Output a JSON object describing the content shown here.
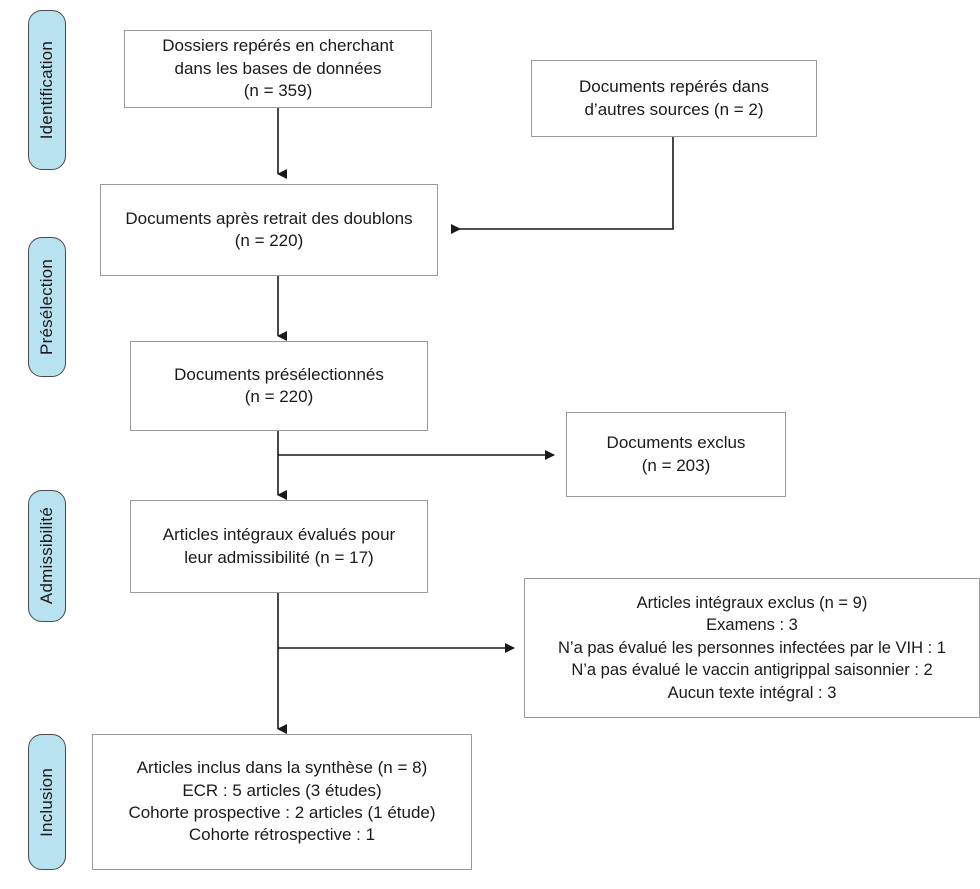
{
  "diagram": {
    "title": "PRISMA flow diagram",
    "type": "flow-diagram",
    "language": "fr",
    "colors": {
      "stage_label_fill": "#b8e2ef",
      "stage_label_border": "#4a4a4a",
      "box_fill": "#ffffff",
      "box_border": "#9a9a9a",
      "connector": "#1a1a1a",
      "text": "#1a1a1a",
      "background": "#ffffff"
    }
  },
  "stages": [
    {
      "id": "identification",
      "label": "Identification"
    },
    {
      "id": "preselection",
      "label": "Présélection"
    },
    {
      "id": "admissibilite",
      "label": "Admissibilité"
    },
    {
      "id": "inclusion",
      "label": "Inclusion"
    }
  ],
  "nodes": {
    "records_databases": {
      "text": "Dossiers repérés en cherchant\ndans les bases de données\n(n = 359)",
      "count": 359
    },
    "records_other_sources": {
      "text": "Documents repérés dans\nd’autres sources (n = 2)",
      "count": 2
    },
    "after_duplicates": {
      "text": "Documents après retrait des doublons\n(n = 220)",
      "count": 220
    },
    "screened": {
      "text": "Documents présélectionnés\n(n = 220)",
      "count": 220
    },
    "excluded_screened": {
      "text": "Documents exclus\n(n = 203)",
      "count": 203
    },
    "fulltext_assessed": {
      "text": "Articles intégraux évalués pour\nleur admissibilité (n = 17)",
      "count": 17
    },
    "fulltext_excluded": {
      "text": "Articles intégraux exclus (n = 9)\nExamens : 3\nN’a pas évalué les personnes infectées par le VIH : 1\nN’a pas évalué le vaccin antigrippal saisonnier : 2\nAucun texte intégral : 3",
      "count": 9,
      "reasons": [
        {
          "label": "Examens",
          "value": 3
        },
        {
          "label": "N’a pas évalué les personnes infectées par le VIH",
          "value": 1
        },
        {
          "label": "N’a pas évalué le vaccin antigrippal saisonnier",
          "value": 2
        },
        {
          "label": "Aucun texte intégral",
          "value": 3
        }
      ]
    },
    "included_synthesis": {
      "text": "Articles inclus dans la synthèse (n = 8)\nECR : 5 articles (3 études)\nCohorte prospective : 2 articles (1 étude)\nCohorte rétrospective : 1",
      "count": 8,
      "breakdown": [
        {
          "label": "ECR",
          "value": "5 articles (3 études)"
        },
        {
          "label": "Cohorte prospective",
          "value": "2 articles (1 étude)"
        },
        {
          "label": "Cohorte rétrospective",
          "value": "1"
        }
      ]
    }
  }
}
